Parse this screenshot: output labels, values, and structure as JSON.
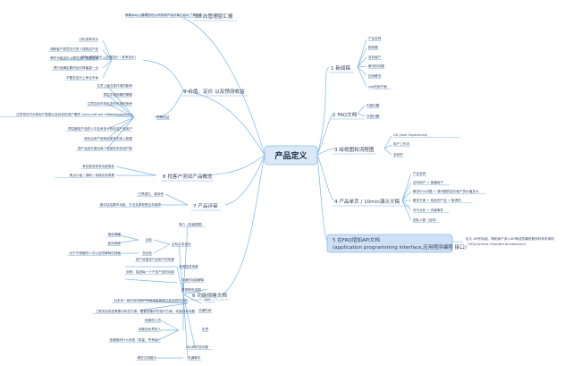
{
  "center": {
    "label": "产品定义"
  },
  "colors": {
    "line": "#7fb6e6",
    "node_border": "#8fbde9",
    "center_fill": "#dbe8f6",
    "highlight_fill": "#cfe0f4"
  },
  "branches": [
    {
      "id": "b10",
      "label": "10 向管理层汇报",
      "children": [
        {
          "label": "获取对以上管理层在公开的资产及方案之后为了解报表"
        }
      ]
    },
    {
      "id": "b9",
      "label": "9 价值、定价 以及预测收益",
      "children": [
        {
          "label": "定价 (成本定价 / 价值定价 / 竞争定价)",
          "children": [
            {
              "label": "分析竞争对手"
            },
            {
              "label": "调研客户愿意支付多少钱购买产品"
            },
            {
              "label": "哪些功能定价以哪些用户需要选择"
            },
            {
              "label": "把已经确定要的定价再最高一点"
            },
            {
              "label": "不要在定价上争论不休"
            }
          ]
        },
        {
          "label": "预期收益",
          "children": [
            {
              "label": "注意上面交易作用的影响"
            },
            {
              "label": "预估市场规模的需要"
            },
            {
              "label": "注意目标市场在发布市场的竞争"
            },
            {
              "label": "注意单位时长和用户数据以及目标的用户需求 (cpm,cost per mille/impression)"
            },
            {
              "label": "预估触碰产品的人中会有多少转化成产品用户"
            },
            {
              "label": "转化后用户使用后更多的收入数据"
            },
            {
              "label": "把产品定价建议每个经营发布的用户数"
            }
          ]
        }
      ]
    },
    {
      "id": "b8",
      "label": "8 找客户测试产品概念",
      "children": [
        {
          "label": "考化剧或寻求功能规划"
        },
        {
          "label": "焦点小组 / 调研 / 用域实地考察"
        }
      ]
    },
    {
      "id": "b7",
      "label": "7 产品评审",
      "children": [
        {
          "label": "已界潜在、被其他"
        },
        {
          "label": "做评估结果市功能、方法及原型是否存保障"
        }
      ]
    },
    {
      "id": "b6",
      "label": "6 功能规格文档",
      "children": [
        {
          "label": "简介（或者框图）"
        },
        {
          "label": "目标与非目标",
          "children": [
            {
              "label": "目标",
              "children": [
                {
                  "label": "指标明确"
                },
                {
                  "label": "如何测评"
                }
              ]
            },
            {
              "label": "非目标",
              "children": [
                {
                  "label": "对于不想做的人可以这样解释的其他"
                }
              ]
            }
          ]
        },
        {
          "label": "用例描述场景",
          "children": [
            {
              "label": "用产品描述产品用户的场景"
            }
          ]
        },
        {
          "label": "详细的功能解释",
          "children": [
            {
              "label": "用例：描述每一个产品产品的功能"
            }
          ]
        },
        {
          "label": "原型等的说明"
        },
        {
          "label": "API"
        },
        {
          "label": "关键时间",
          "children": [
            {
              "label": "对未来一段时间内用户的使用量能够达到怎样的计划"
            },
            {
              "label": "工程流及前述需要分析的方案，要要准备好的迭代方案，或者目标问题"
            }
          ]
        },
        {
          "label": "负责",
          "children": [
            {
              "label": "依赖的人员"
            },
            {
              "label": "依赖及负责的人"
            },
            {
              "label": "依赖使用什么系统（质量、所有权）"
            }
          ]
        },
        {
          "label": "FAQ和开放问题"
        },
        {
          "label": "关键事件",
          "children": [
            {
              "label": "哪些文档展示"
            }
          ]
        }
      ]
    },
    {
      "id": "b1",
      "label": "1 新闻稿",
      "children": [
        {
          "label": "产品名称"
        },
        {
          "label": "副标题"
        },
        {
          "label": "目标客户"
        },
        {
          "label": "解决的问题"
        },
        {
          "label": "如何解决"
        },
        {
          "label": "ceo的用户面"
        }
      ]
    },
    {
      "id": "b2",
      "label": "2 FAQ文档",
      "children": [
        {
          "label": "内部问题"
        },
        {
          "label": "外部问题"
        }
      ]
    },
    {
      "id": "b3",
      "label": "3 绘视图和流程图",
      "children": [
        {
          "label": "UX (User Experience)"
        },
        {
          "label": "用户工作流"
        },
        {
          "label": "多研究"
        }
      ]
    },
    {
      "id": "b4",
      "label": "4 产品单页 / 10min演示文稿",
      "children": [
        {
          "label": "产品名称"
        },
        {
          "label": "目标用户 + 普通用户"
        },
        {
          "label": "解决什么问题 + 请问题的答价客户的价值多大"
        },
        {
          "label": "解决方案 + 竞品的产品 + 取得的"
        },
        {
          "label": "可行分析 + 关键事件"
        },
        {
          "label": "团队人数（目标）"
        }
      ]
    },
    {
      "id": "b5",
      "label": "5 在FAQ增加API文档 (application programming interface,应用程序编程 接口)",
      "line1": "5 在FAQ增加API文档",
      "line2": "(application programming interface,应用程序编程 接口)",
      "children": [
        {
          "label": "定义 API的功能，帮助用户深入API构成的最终服务时体系架构",
          "line1": "定义 API的功能，帮助用户深入API构成的最终服务时体系架构",
          "line2": "（SOA,Service-Oriented Architecture）"
        }
      ]
    }
  ]
}
